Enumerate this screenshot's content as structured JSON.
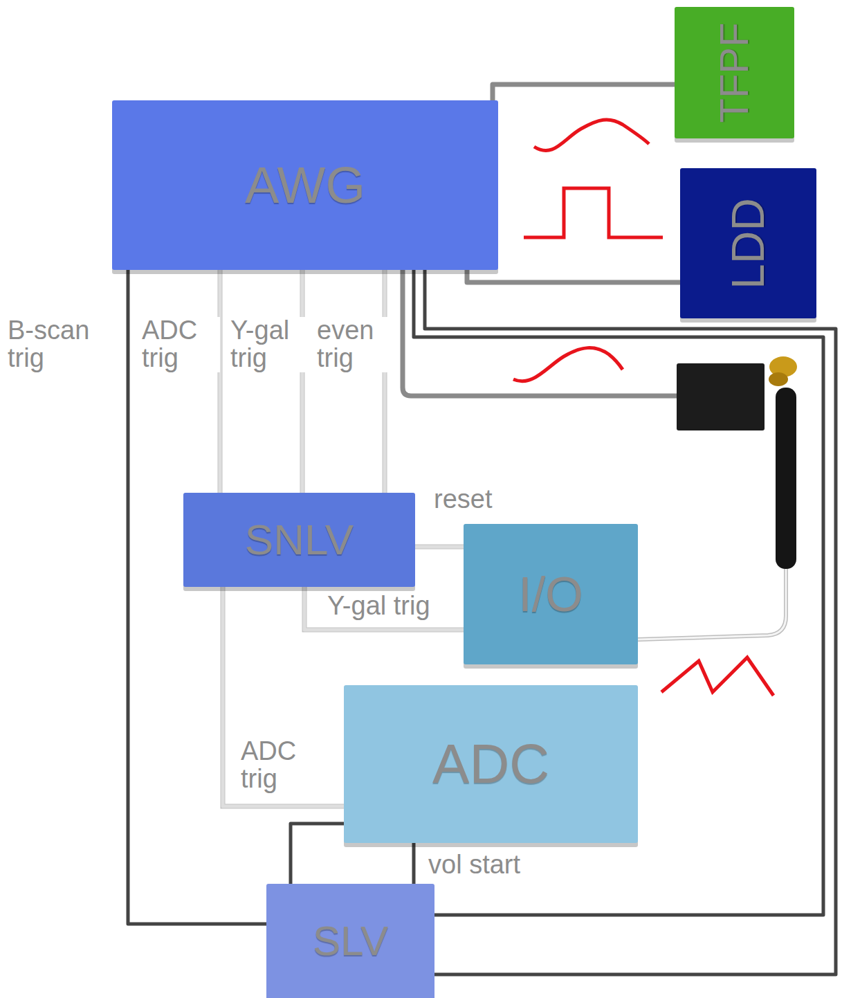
{
  "diagram": {
    "nodes": [
      {
        "text": [
          "AWG"
        ]
      },
      {
        "text": [
          "TFPF"
        ]
      },
      {
        "text": [
          "LDD"
        ]
      },
      {
        "text": [
          "SNLV"
        ]
      },
      {
        "text": [
          "I/O"
        ]
      },
      {
        "text": [
          "ADC"
        ]
      },
      {
        "text": [
          "SLV"
        ]
      }
    ],
    "edges": [
      {
        "from": 0,
        "to": 1,
        "arrow": "none"
      },
      {
        "from": 0,
        "to": 2,
        "arrow": "none"
      },
      {
        "from": 0,
        "to": 6,
        "label": "B-scan trig",
        "arrow": "none"
      },
      {
        "from": 0,
        "to": 3,
        "label": "ADC trig",
        "arrow": "none"
      },
      {
        "from": 0,
        "to": 3,
        "label": "Y-gal trig",
        "arrow": "none"
      },
      {
        "from": 0,
        "to": 3,
        "label": "even trig",
        "arrow": "none"
      },
      {
        "from": 0,
        "to": 6,
        "arrow": "none"
      },
      {
        "from": 0,
        "to": 6,
        "arrow": "none"
      },
      {
        "from": 3,
        "to": 4,
        "label": "reset",
        "arrow": "none"
      },
      {
        "from": 3,
        "to": 4,
        "label": "Y-gal trig",
        "arrow": "none"
      },
      {
        "from": 3,
        "to": 5,
        "label": "ADC trig",
        "arrow": "none"
      },
      {
        "from": 5,
        "to": 6,
        "arrow": "none"
      },
      {
        "from": 5,
        "to": 6,
        "label": "vol start",
        "arrow": "none"
      }
    ]
  }
}
